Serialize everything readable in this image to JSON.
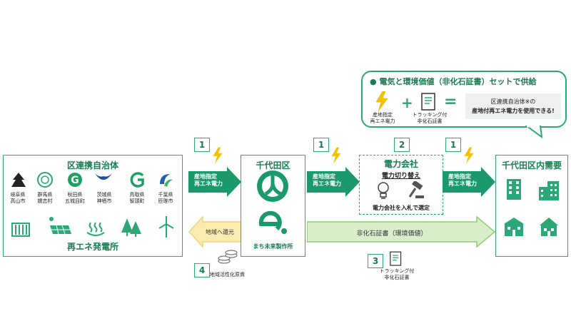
{
  "callout": {
    "title": "電気と環境価値（非化石証書）セットで供給",
    "item1": "産地指定\n再エネ電力",
    "item2": "トラッキング付\n非化石証書",
    "result_line1": "区連携自治体※の",
    "result_line2": "産地付再エネ電力を使用できる!"
  },
  "left_box": {
    "title": "区連携自治体",
    "municipalities": [
      {
        "pref": "岐阜県",
        "city": "高山市"
      },
      {
        "pref": "群馬県",
        "city": "嬬恋村"
      },
      {
        "pref": "秋田県",
        "city": "五城目町"
      },
      {
        "pref": "茨城県",
        "city": "神栖市"
      },
      {
        "pref": "鳥取県",
        "city": "智頭町"
      },
      {
        "pref": "千葉県",
        "city": "匝瑳市"
      }
    ],
    "footer": "再エネ発電所"
  },
  "center_box": {
    "title": "千代田区",
    "org": "まち未来製作所"
  },
  "power_box": {
    "title": "電力会社",
    "subtitle": "電力切り替え",
    "note": "電力会社を入札で選定"
  },
  "right_box": {
    "title": "千代田区内需要"
  },
  "steps": {
    "s1": "1",
    "s2": "2",
    "s3": "3",
    "s4": "4"
  },
  "arrows": {
    "power_label": "産地指定\n再エネ電力",
    "return_label": "地域へ還元",
    "certificate_label": "非化石証書（環境価値）"
  },
  "notes": {
    "tracking": "トラッキング付\n非化石証書",
    "fund": "地域活性化原資"
  },
  "colors": {
    "accent": "#2aa876",
    "dark": "#1b7a52",
    "arrow": "#1a9a6a",
    "light_arrow": "#d8efc9",
    "yellow": "#f8e9a8",
    "bolt": "#f2c200"
  }
}
